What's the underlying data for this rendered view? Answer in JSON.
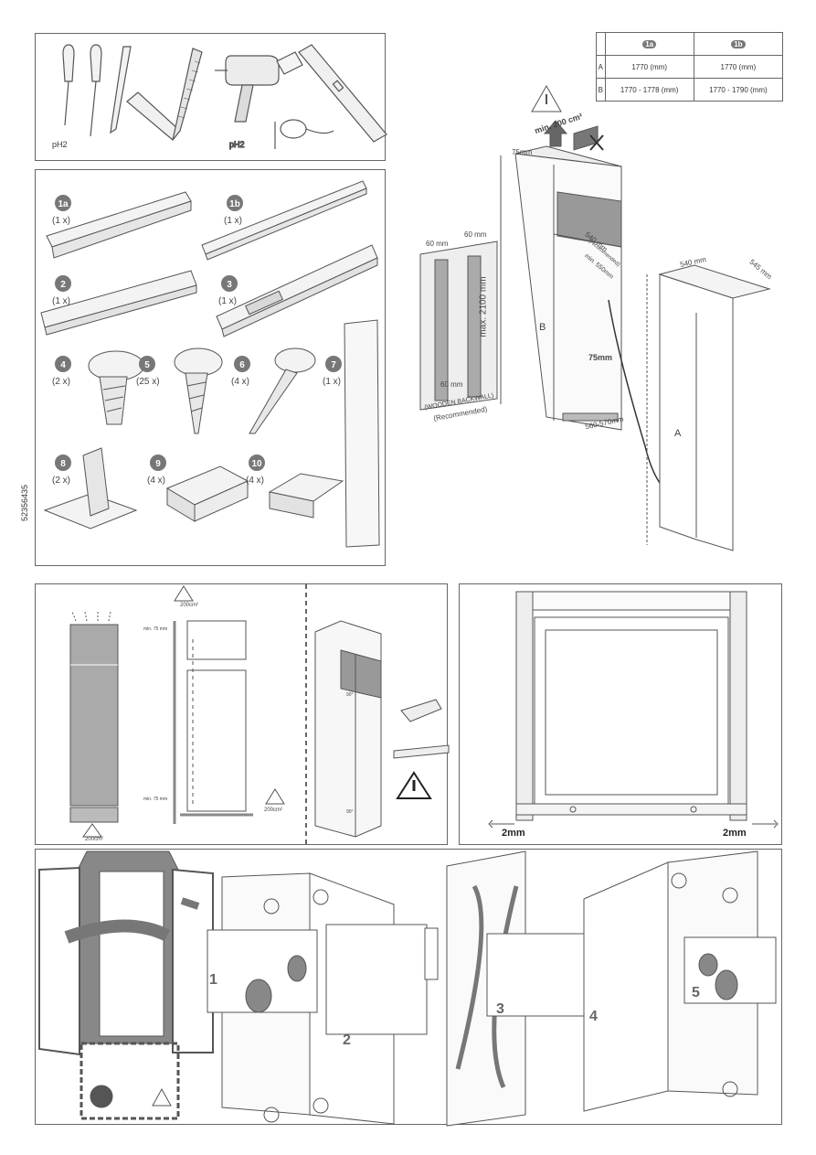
{
  "doc_code": "52356435",
  "tools": {
    "ph_label_1": "pH2",
    "ph_label_2": "pH2"
  },
  "parts": [
    {
      "id": "1a",
      "qty": "(1 x)"
    },
    {
      "id": "1b",
      "qty": "(1 x)"
    },
    {
      "id": "2",
      "qty": "(1 x)"
    },
    {
      "id": "3",
      "qty": "(1 x)"
    },
    {
      "id": "4",
      "qty": "(2 x)"
    },
    {
      "id": "5",
      "qty": "(25 x)"
    },
    {
      "id": "6",
      "qty": "(4 x)"
    },
    {
      "id": "7",
      "qty": "(1 x)"
    },
    {
      "id": "8",
      "qty": "(2 x)"
    },
    {
      "id": "9",
      "qty": "(4 x)"
    },
    {
      "id": "10",
      "qty": "(4 x)"
    }
  ],
  "spec_table": {
    "head": [
      "1a",
      "1b"
    ],
    "rows": [
      {
        "label": "A",
        "col1": "1770 (mm)",
        "col2": "1770 (mm)"
      },
      {
        "label": "B",
        "col1": "1770 - 1778 (mm)",
        "col2": "1770 - 1790 (mm)"
      }
    ]
  },
  "niche": {
    "vent_top": "min. 200 cm²",
    "depth_top": "75mm",
    "max_height": "max. 2100 mm",
    "width_60a": "60 mm",
    "width_60b": "60 mm",
    "bottom_60": "60 mm",
    "wooden": "(WOODEN BACKWALL)",
    "recommended": "(Recommended)",
    "dim_540_rec": "540 mm",
    "rec_note": "(recommended)",
    "min_550": "min. 550mm",
    "gap_75": "75mm",
    "width_range": "560-570mm",
    "label_b": "B",
    "label_a": "A",
    "unit_width": "540 mm",
    "unit_depth": "545 mm"
  },
  "vent": {
    "top_cm": "200cm²",
    "min75_top": "min. 75 mm",
    "min75_bot": "min. 75 mm",
    "bot_cm": "200cm²",
    "left_cm": "200cm²",
    "angle_90a": "90°",
    "angle_90b": "90°"
  },
  "gaps": {
    "left": "2mm",
    "right": "2mm"
  },
  "steps": [
    "1",
    "2",
    "3",
    "4",
    "5"
  ]
}
